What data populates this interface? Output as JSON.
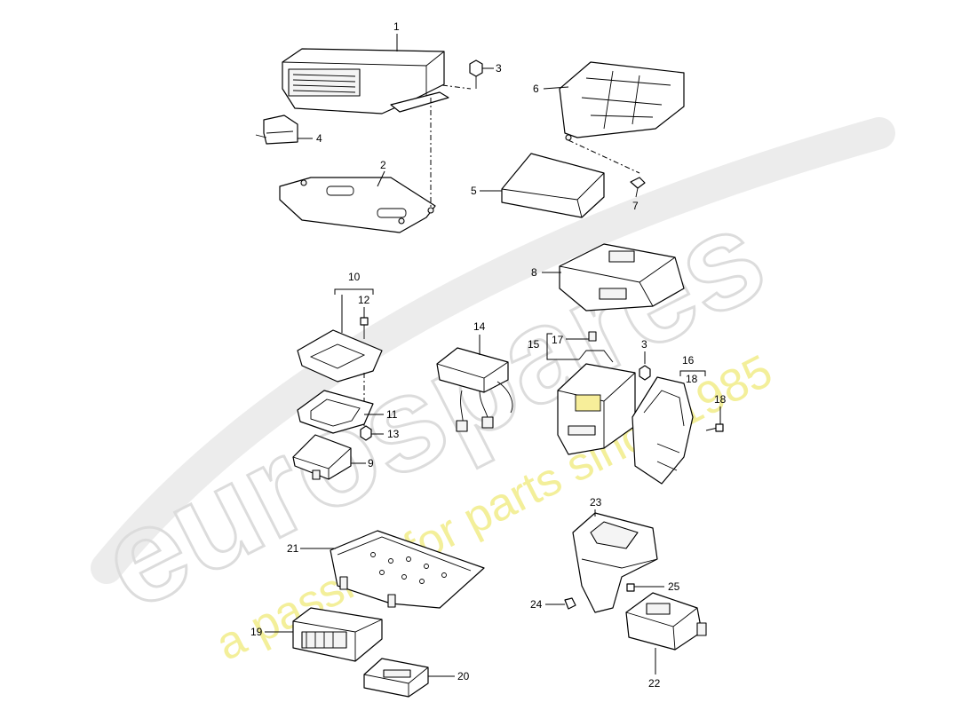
{
  "watermark": {
    "brand": "eurospares",
    "tagline": "a passion for parts since 1985"
  },
  "callouts": {
    "c1": "1",
    "c2": "2",
    "c3a": "3",
    "c3b": "3",
    "c4": "4",
    "c5": "5",
    "c6": "6",
    "c7": "7",
    "c8": "8",
    "c9": "9",
    "c10": "10",
    "c11": "11",
    "c12": "12",
    "c13": "13",
    "c14": "14",
    "c15": "15",
    "c16": "16",
    "c17": "17",
    "c18a": "18",
    "c18b": "18",
    "c19": "19",
    "c20": "20",
    "c21": "21",
    "c22": "22",
    "c23": "23",
    "c24": "24",
    "c25": "25"
  },
  "colors": {
    "line": "#000000",
    "watermark_grey": "#e6e6e6",
    "watermark_yellow": "#f3ef9a"
  }
}
